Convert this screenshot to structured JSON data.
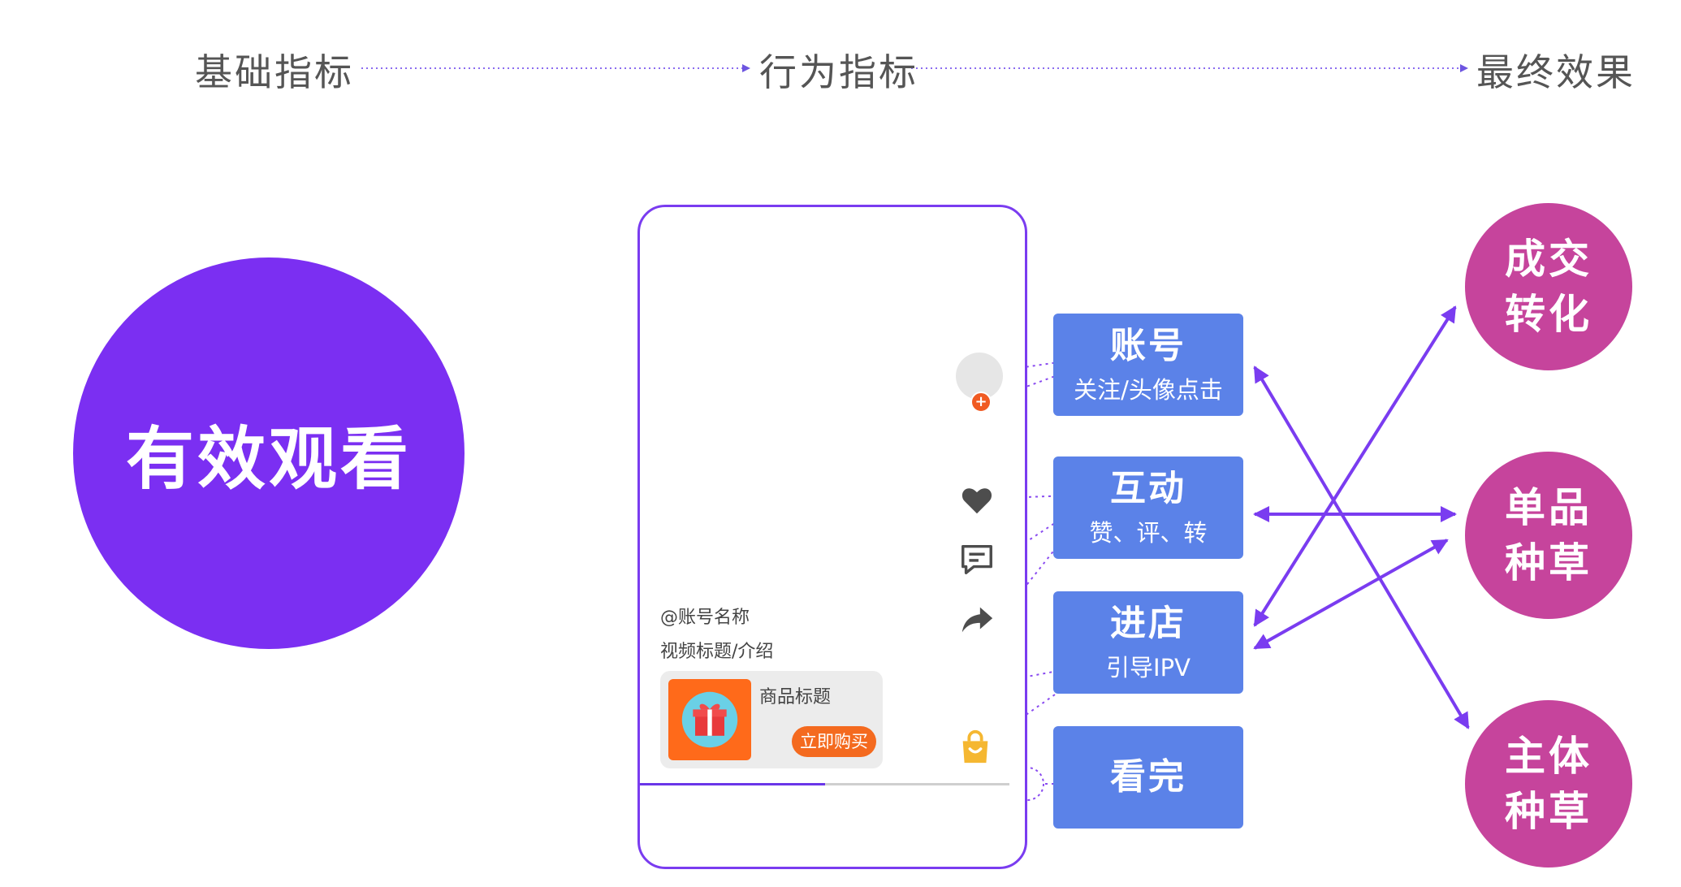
{
  "stages": {
    "basic": "基础指标",
    "behavior": "行为指标",
    "final": "最终效果"
  },
  "core": {
    "label": "有效观看"
  },
  "phone": {
    "account_name": "@账号名称",
    "video_title": "视频标题/介绍",
    "product_title": "商品标题",
    "buy_button": "立即购买",
    "playback_progress": 0.5,
    "icons": [
      "avatar-icon",
      "follow-plus-icon",
      "heart-icon",
      "comment-icon",
      "share-icon",
      "shopping-bag-icon",
      "gift-icon"
    ]
  },
  "metrics": [
    {
      "title": "账号",
      "subtitle": "关注/头像点击"
    },
    {
      "title": "互动",
      "subtitle": "赞、评、转"
    },
    {
      "title": "进店",
      "subtitle": "引导IPV"
    },
    {
      "title": "看完",
      "subtitle": ""
    }
  ],
  "results": [
    {
      "line1": "成交",
      "line2": "转化"
    },
    {
      "line1": "单品",
      "line2": "种草"
    },
    {
      "line1": "主体",
      "line2": "种草"
    }
  ],
  "colors": {
    "core_circle": "#7b2ff2",
    "metric_box": "#5b82e8",
    "result_circle": "#c6449c",
    "arrow": "#7a3cf0",
    "stage_arrow": "#6d55e0",
    "progress": "#6a36e8",
    "product_thumb": "#ff6a1a",
    "buy_button": "#f46a1f",
    "follow_badge": "#f05a22",
    "bag_icon": "#f5b731"
  }
}
